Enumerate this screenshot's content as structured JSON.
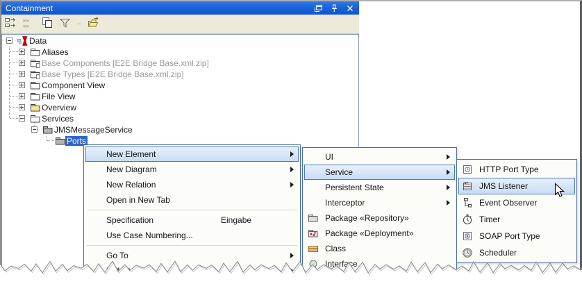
{
  "panel": {
    "title": "Containment",
    "window_controls": [
      {
        "icon": "float-window",
        "name": "float-button"
      },
      {
        "icon": "pin",
        "name": "pin-button"
      },
      {
        "icon": "close",
        "name": "close-button"
      }
    ],
    "toolbar_icons": [
      "tree-structure",
      "stereotype-markers",
      "copy-structure",
      "filter",
      "open-in-new-project"
    ]
  },
  "tree": {
    "items": [
      {
        "label": "Data",
        "depth": 0,
        "expander": "minus",
        "icon": "model",
        "muted": false,
        "selected": false
      },
      {
        "label": "Aliases",
        "depth": 1,
        "expander": "plus",
        "icon": "folder",
        "muted": false,
        "selected": false
      },
      {
        "label": "Base Components [E2E Bridge Base.xml.zip]",
        "depth": 1,
        "expander": "plus",
        "icon": "folder-ref",
        "muted": true,
        "selected": false
      },
      {
        "label": "Base Types [E2E Bridge Base.xml.zip]",
        "depth": 1,
        "expander": "plus",
        "icon": "folder-ref",
        "muted": true,
        "selected": false
      },
      {
        "label": "Component View",
        "depth": 1,
        "expander": "plus",
        "icon": "folder",
        "muted": false,
        "selected": false
      },
      {
        "label": "File View",
        "depth": 1,
        "expander": "plus",
        "icon": "folder",
        "muted": false,
        "selected": false
      },
      {
        "label": "Overview",
        "depth": 1,
        "expander": "plus",
        "icon": "folder-yellow",
        "muted": false,
        "selected": false
      },
      {
        "label": "Services",
        "depth": 1,
        "expander": "minus",
        "icon": "folder",
        "muted": false,
        "selected": false
      },
      {
        "label": "JMSMessageService",
        "depth": 2,
        "expander": "minus",
        "icon": "folder-gray",
        "muted": false,
        "selected": false
      },
      {
        "label": "Ports",
        "depth": 3,
        "expander": null,
        "icon": "folder-gray",
        "muted": false,
        "selected": true
      }
    ]
  },
  "context_menu": {
    "items": [
      {
        "label": "New Element",
        "submenu": true,
        "highlighted": true
      },
      {
        "label": "New Diagram",
        "submenu": true
      },
      {
        "label": "New Relation",
        "submenu": true
      },
      {
        "label": "Open in New Tab"
      },
      {
        "separator": true
      },
      {
        "label": "Specification",
        "shortcut": "Eingabe"
      },
      {
        "label": "Use Case Numbering..."
      },
      {
        "separator": true
      },
      {
        "label": "Go To",
        "submenu": true
      },
      {
        "label": "Refactor",
        "submenu": true
      }
    ]
  },
  "submenu_element": {
    "items": [
      {
        "label": "UI",
        "submenu": true
      },
      {
        "label": "Service",
        "submenu": true,
        "highlighted": true
      },
      {
        "label": "Persistent State",
        "submenu": true
      },
      {
        "label": "Interceptor",
        "submenu": true
      },
      {
        "label": "Package «Repository»",
        "icon": "package-repository"
      },
      {
        "label": "Package «Deployment»",
        "icon": "package-deployment"
      },
      {
        "label": "Class",
        "icon": "class"
      },
      {
        "label": "Interface",
        "icon": "interface"
      }
    ]
  },
  "submenu_service": {
    "items": [
      {
        "label": "HTTP Port Type",
        "icon": "http-port-type"
      },
      {
        "label": "JMS Listener",
        "icon": "jms-listener",
        "highlighted": true,
        "cursor": true
      },
      {
        "label": "Event Observer",
        "icon": "event-observer"
      },
      {
        "label": "Timer",
        "icon": "timer"
      },
      {
        "label": "SOAP Port Type",
        "icon": "soap-port-type"
      },
      {
        "label": "Scheduler",
        "icon": "scheduler"
      }
    ]
  },
  "colors": {
    "titlebar_blue": "#1b63d8",
    "selection_blue": "#2E63C9",
    "menu_highlight_fill": "#c6daf4",
    "menu_highlight_border": "#4e79b7",
    "menu_border": "#4a6ca8",
    "toolbar_bg": "#EDEAD9",
    "muted_text": "#9b9b9b"
  }
}
